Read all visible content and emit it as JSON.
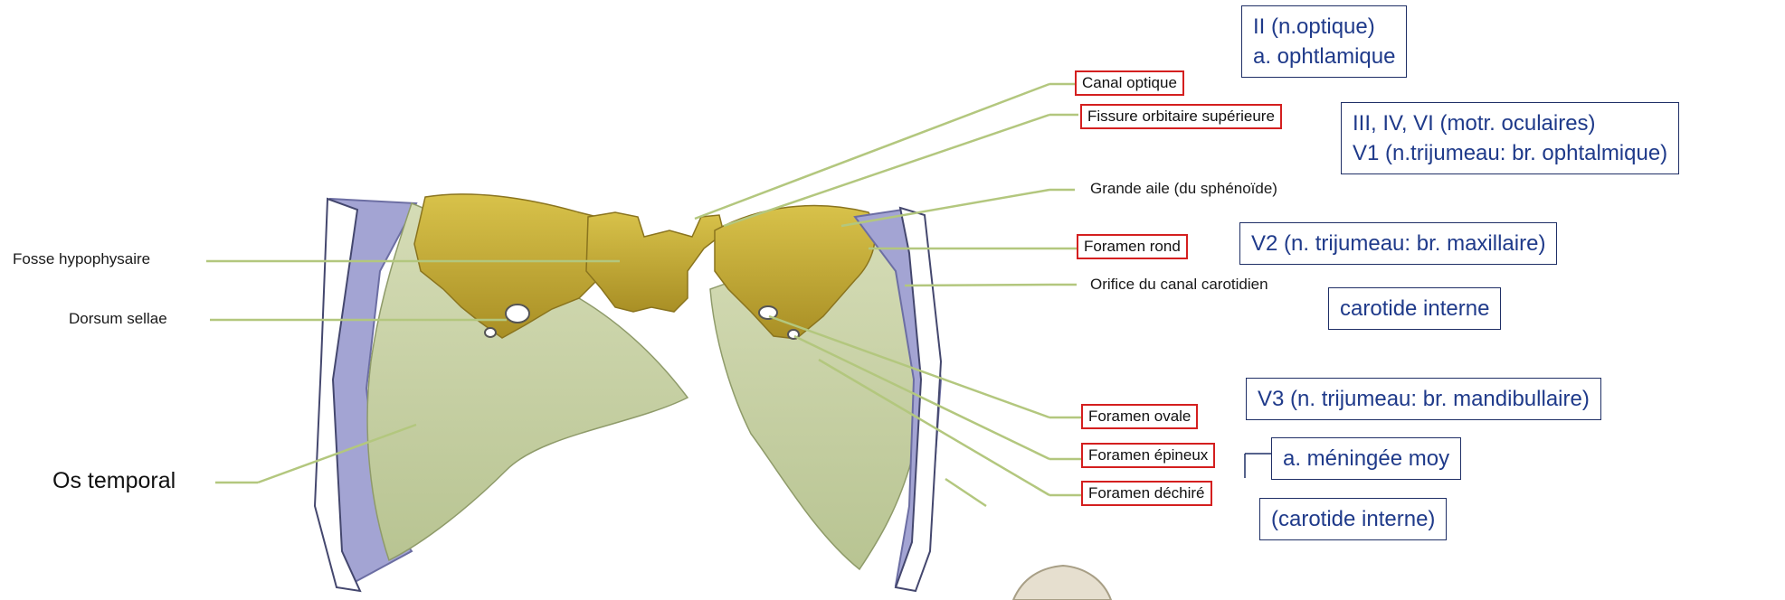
{
  "left_labels": {
    "fosse_hypophysaire": "Fosse hypophysaire",
    "dorsum_sellae": "Dorsum sellae",
    "os_temporal": "Os temporal"
  },
  "right_labels": {
    "canal_optique": "Canal optique",
    "fissure_orbitaire": "Fissure orbitaire supérieure",
    "grande_aile": "Grande aile (du sphénoïde)",
    "foramen_rond": "Foramen rond",
    "orifice_carotidien": "Orifice du canal carotidien",
    "foramen_ovale": "Foramen ovale",
    "foramen_epineux": "Foramen épineux",
    "foramen_dechire": "Foramen déchiré"
  },
  "contents": {
    "canal_optique_line1": "II (n.optique)",
    "canal_optique_line2": "a. ophtlamique",
    "fissure_line1": "III, IV, VI (motr. oculaires)",
    "fissure_line2": "V1 (n.trijumeau: br. ophtalmique)",
    "foramen_rond": "V2 (n. trijumeau: br. maxillaire)",
    "carotidien": "carotide interne",
    "foramen_ovale": "V3 (n. trijumeau: br. mandibullaire)",
    "foramen_epineux": "a. méningée moy",
    "foramen_dechire": "(carotide interne)"
  },
  "colors": {
    "bone_yellow": "#c9b03a",
    "bone_green": "#c7d2a6",
    "bone_purple": "#9ea0cf",
    "leader_line": "#b3c77e",
    "box_red": "#d41f1f",
    "box_blue": "#1f2f66",
    "text_blue": "#1f3a8a"
  }
}
